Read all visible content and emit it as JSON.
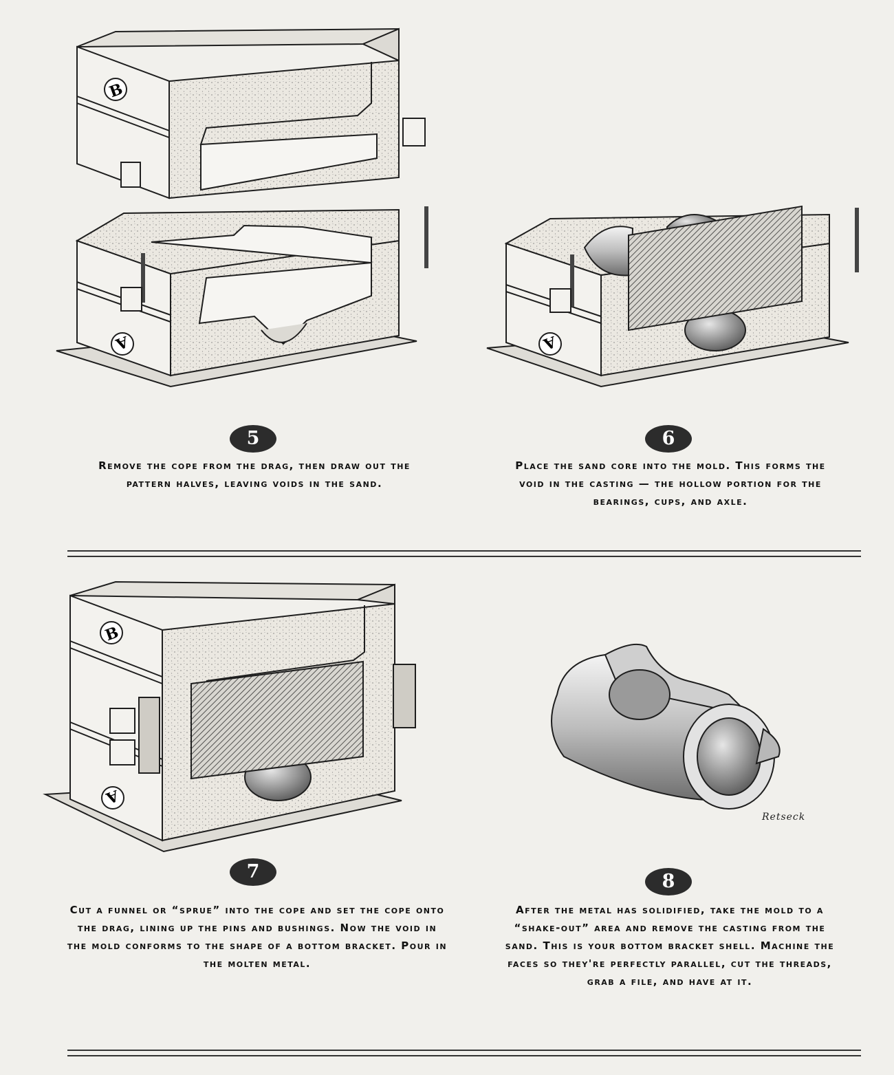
{
  "steps": [
    {
      "number": "5",
      "caption": "Remove the cope from the drag, then draw out the pattern halves, leaving voids in the sand."
    },
    {
      "number": "6",
      "caption": "Place the sand core into the mold. This forms the void in the casting — the hollow portion for the bearings, cups, and axle."
    },
    {
      "number": "7",
      "caption": "Cut a funnel or “sprue” into the cope and set the cope onto the drag, lining up the pins and bushings. Now the void in the mold conforms to the shape of a bottom bracket. Pour in the molten metal."
    },
    {
      "number": "8",
      "caption": "After the metal has solidified, take the mold to a “shake-out” area and remove the casting from the sand. This is your bottom bracket shell. Machine the faces so they're perfectly parallel, cut the threads, grab a file, and have at it."
    }
  ],
  "flask_labels": {
    "cope": "B",
    "drag": "A"
  },
  "signature": "Retseck",
  "colors": {
    "background": "#f1f0ec",
    "ink": "#1e1e1e",
    "sand": "#ebe8e1",
    "badge": "#2c2c2c"
  }
}
